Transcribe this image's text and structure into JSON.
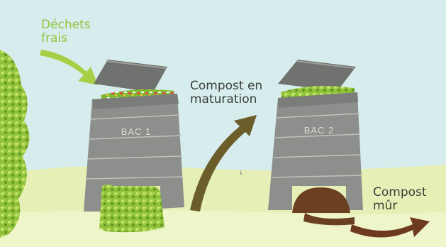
{
  "labels": {
    "fresh_waste_line1": "Déchets",
    "fresh_waste_line2": "frais",
    "maturing_line1": "Compost en",
    "maturing_line2": "maturation",
    "mature_line1": "Compost",
    "mature_line2": "mûr",
    "bin1": "BAC 1",
    "bin2": "BAC 2"
  },
  "colors": {
    "sky": "#d6ecec",
    "grass": "#e4efb4",
    "bin": "#8c8f8b",
    "bin_dark": "#6f726e",
    "fresh_arrow": "#a7cf45",
    "maturation_arrow": "#6b5e2a",
    "mature_arrow": "#6e3a1f",
    "fresh_compost": "#9acb3c",
    "mature_compost": "#6b3f22"
  }
}
